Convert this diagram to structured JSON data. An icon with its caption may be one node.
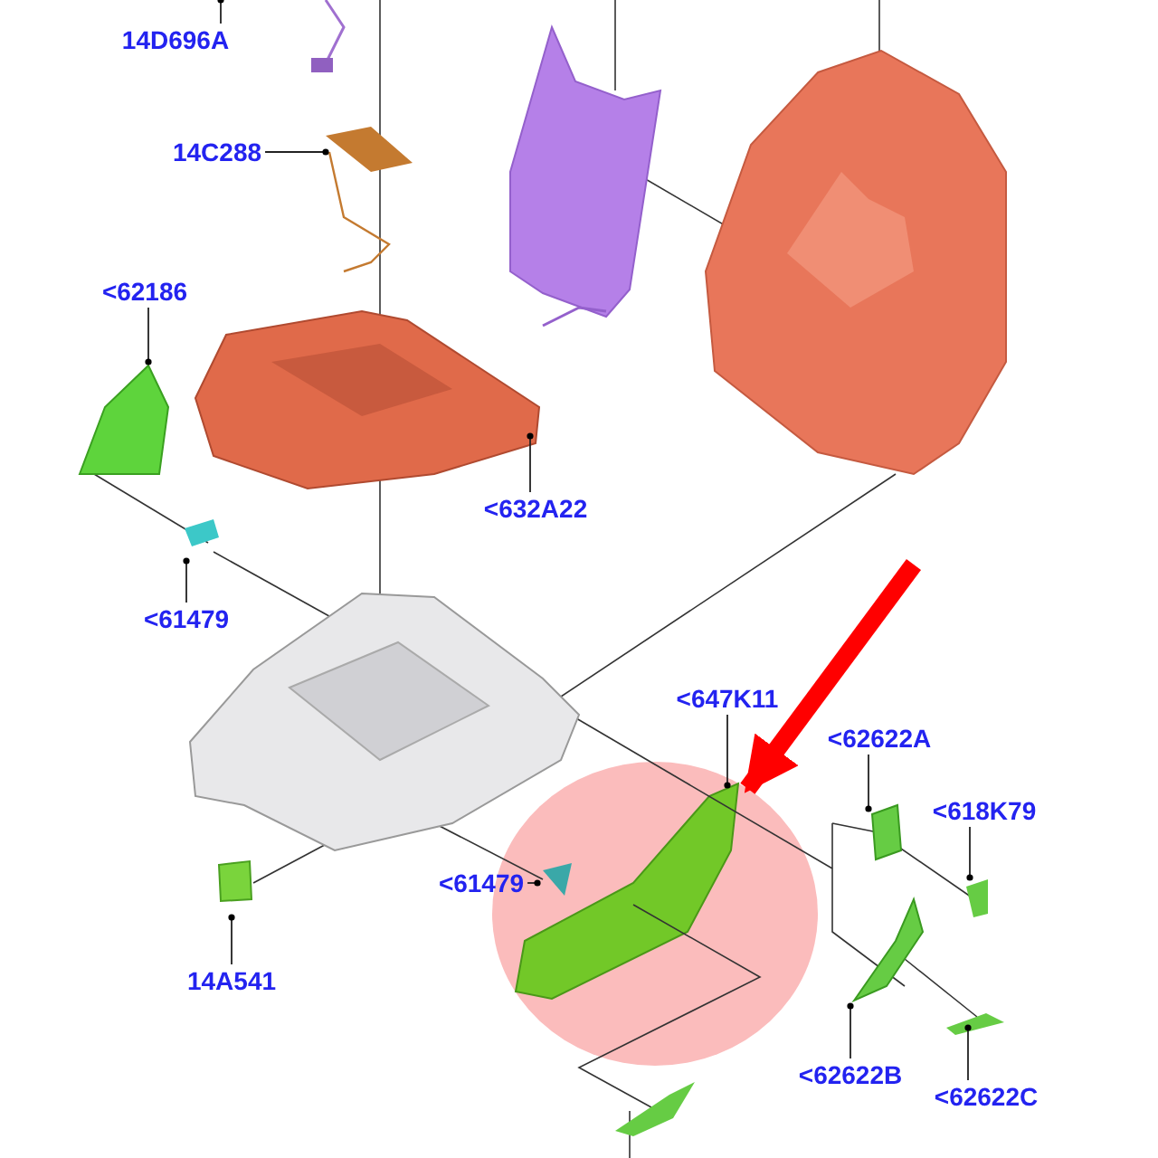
{
  "diagram": {
    "nodes": [
      {
        "text": [
          "14D696A"
        ]
      },
      {
        "text": [
          "14C288"
        ]
      },
      {
        "text": [
          "<62186"
        ]
      },
      {
        "text": [
          "<632A22"
        ]
      },
      {
        "text": [
          "<61479"
        ]
      },
      {
        "text": [
          "<647K11"
        ]
      },
      {
        "text": [
          "<62622A"
        ]
      },
      {
        "text": [
          "<618K79"
        ]
      },
      {
        "text": [
          "<61479"
        ]
      },
      {
        "text": [
          "14A541"
        ]
      },
      {
        "text": [
          "<62622B"
        ]
      },
      {
        "text": [
          "<62622C"
        ]
      },
      {
        "text": [],
        "shape": "circle"
      },
      {
        "text": [],
        "shape": "picture",
        "in": 12
      }
    ],
    "edges": [
      {
        "from": 0,
        "to": null,
        "arrow": "other"
      },
      {
        "from": 1,
        "to": null,
        "arrow": "other"
      },
      {
        "from": 2,
        "to": null,
        "arrow": "other"
      },
      {
        "from": 3,
        "to": null,
        "arrow": "other"
      },
      {
        "from": 4,
        "to": null,
        "arrow": "other"
      },
      {
        "from": 5,
        "to": 13,
        "arrow": "other"
      },
      {
        "from": 6,
        "to": null,
        "arrow": "other"
      },
      {
        "from": 7,
        "to": null,
        "arrow": "other"
      },
      {
        "from": 8,
        "to": null,
        "arrow": "other"
      },
      {
        "from": 9,
        "to": null,
        "arrow": "other"
      },
      {
        "from": 10,
        "to": null,
        "arrow": "other"
      },
      {
        "from": 11,
        "to": null,
        "arrow": "other"
      },
      {
        "from": null,
        "to": 12,
        "arrow": "to",
        "style": "thick",
        "color": "#ff0000"
      }
    ]
  }
}
